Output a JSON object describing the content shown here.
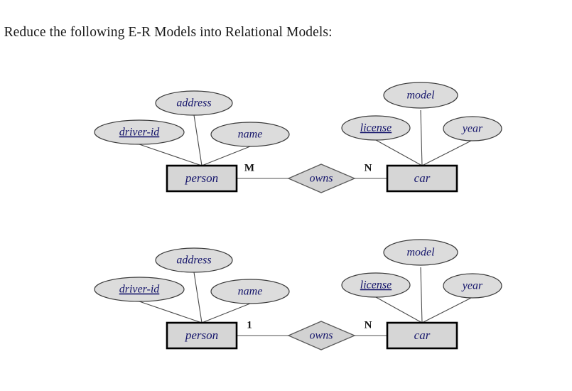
{
  "page": {
    "title_text": ") Reduce the following E-R Models into Relational Models:",
    "background_color": "#ffffff",
    "entity_fill": "#d6d6d6",
    "attribute_fill": "#dcdcdc",
    "relationship_fill": "#d2d2d2",
    "text_color": "#15156b"
  },
  "diagrams": [
    {
      "id": "diagram-many-to-many",
      "left_entity": "person",
      "right_entity": "car",
      "relationship": "owns",
      "left_cardinality": "M",
      "right_cardinality": "N",
      "left_attributes": [
        {
          "label": "driver-id",
          "key": true
        },
        {
          "label": "address",
          "key": false
        },
        {
          "label": "name",
          "key": false
        }
      ],
      "right_attributes": [
        {
          "label": "license",
          "key": true
        },
        {
          "label": "model",
          "key": false
        },
        {
          "label": "year",
          "key": false
        }
      ]
    },
    {
      "id": "diagram-one-to-many",
      "left_entity": "person",
      "right_entity": "car",
      "relationship": "owns",
      "left_cardinality": "1",
      "right_cardinality": "N",
      "left_attributes": [
        {
          "label": "driver-id",
          "key": true
        },
        {
          "label": "address",
          "key": false
        },
        {
          "label": "name",
          "key": false
        }
      ],
      "right_attributes": [
        {
          "label": "license",
          "key": true
        },
        {
          "label": "model",
          "key": false
        },
        {
          "label": "year",
          "key": false
        }
      ]
    }
  ]
}
